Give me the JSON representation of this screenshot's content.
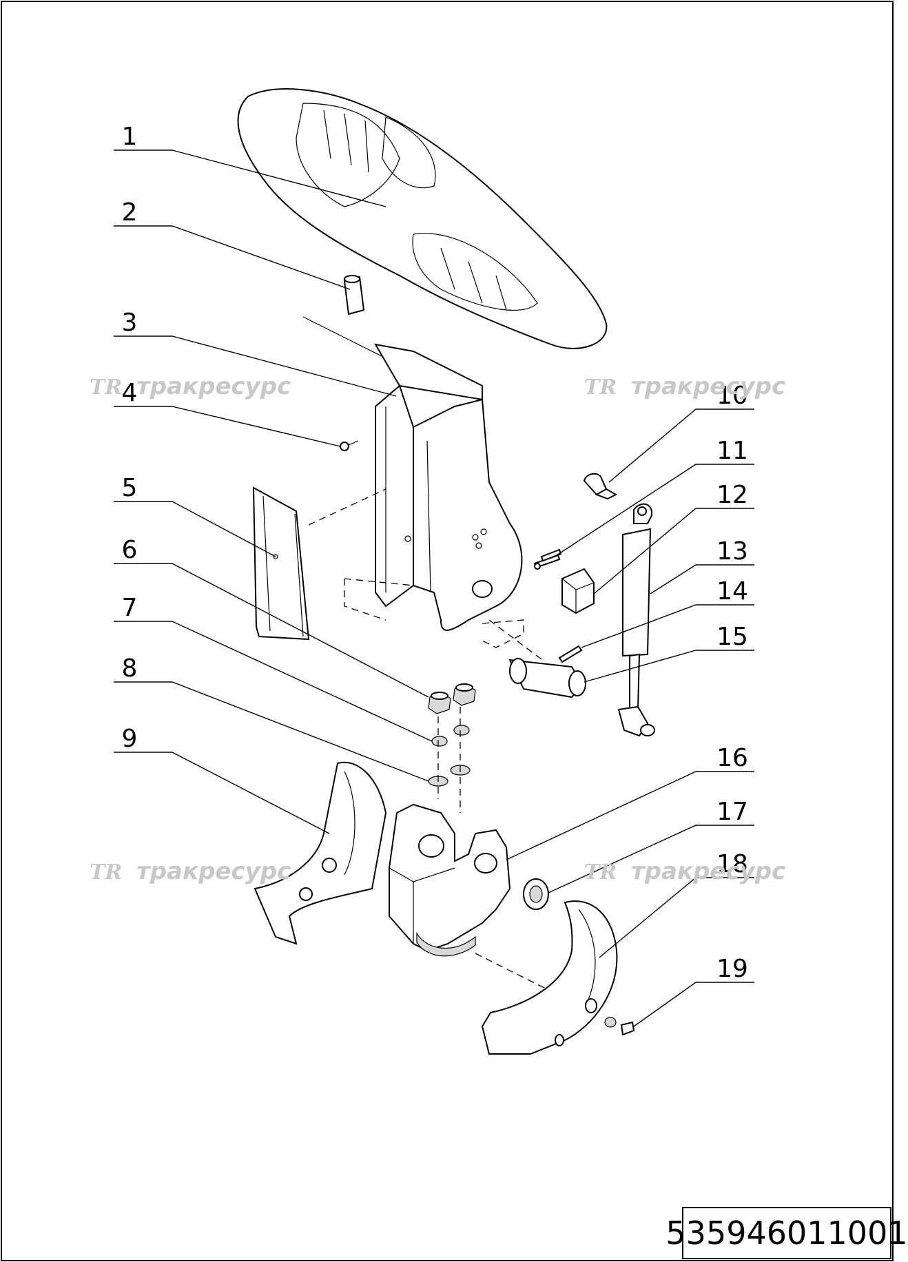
{
  "drawing": {
    "callouts": [
      {
        "number": "1"
      },
      {
        "number": "2"
      },
      {
        "number": "3"
      },
      {
        "number": "4"
      },
      {
        "number": "5"
      },
      {
        "number": "6"
      },
      {
        "number": "7"
      },
      {
        "number": "8"
      },
      {
        "number": "9"
      },
      {
        "number": "10"
      },
      {
        "number": "11"
      },
      {
        "number": "12"
      },
      {
        "number": "13"
      },
      {
        "number": "14"
      },
      {
        "number": "15"
      },
      {
        "number": "16"
      },
      {
        "number": "17"
      },
      {
        "number": "18"
      },
      {
        "number": "19"
      }
    ],
    "watermarks": [
      {
        "logo": "TR",
        "text": "тракресурс"
      },
      {
        "logo": "TR",
        "text": "тракресурс"
      },
      {
        "logo": "TR",
        "text": "тракресурс"
      },
      {
        "logo": "TR",
        "text": "тракресурс"
      }
    ],
    "colors": {
      "line": "#000000",
      "watermark": "#c8c8c8",
      "background": "#ffffff"
    }
  },
  "title_block": {
    "doc_number": "535946011001"
  }
}
